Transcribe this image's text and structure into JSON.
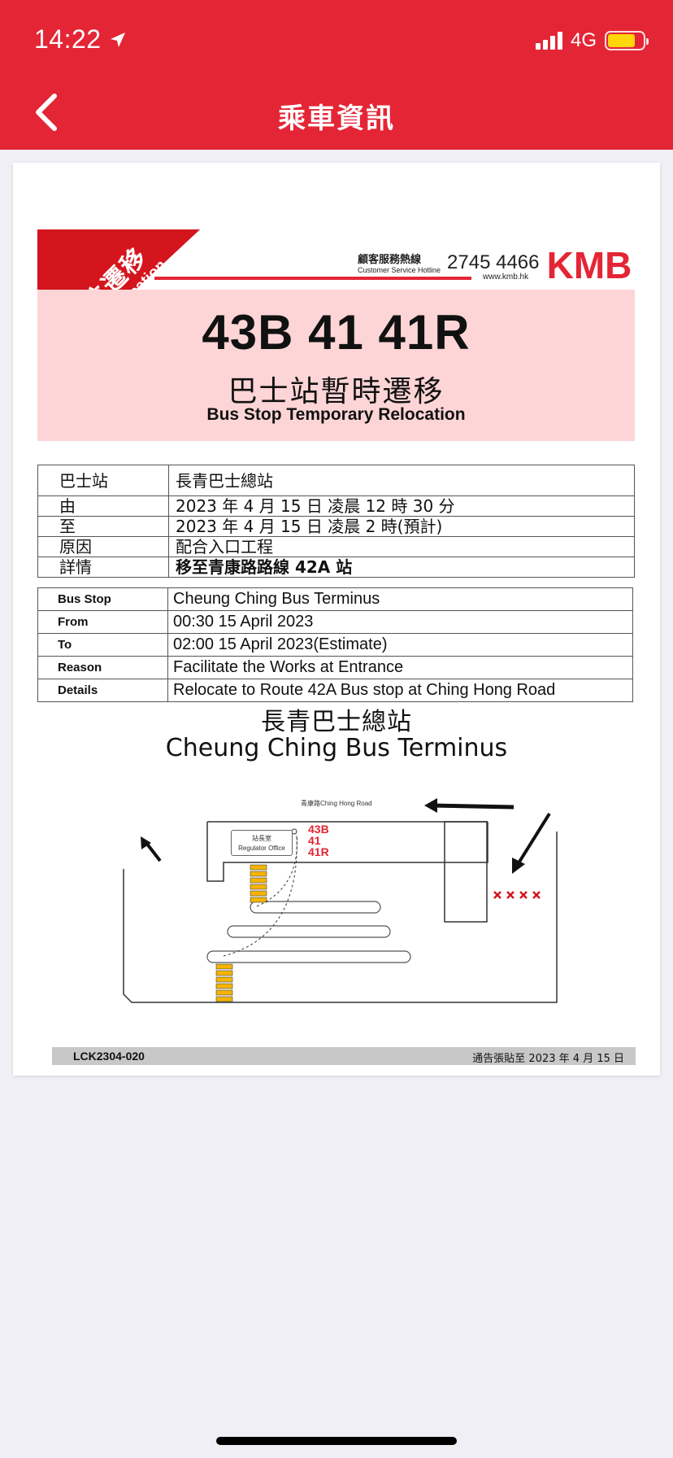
{
  "status_bar": {
    "time": "14:22",
    "network": "4G"
  },
  "nav": {
    "title": "乘車資訊"
  },
  "notice": {
    "ribbon_zh": "站位遷移",
    "ribbon_en": "Stop Relocation",
    "hotline_label_zh": "顧客服務熱線",
    "hotline_label_en": "Customer Service Hotline",
    "hotline_number": "2745 4466",
    "website": "www.kmb.hk",
    "logo_text": "KMB",
    "routes": "43B 41 41R",
    "title_zh": "巴士站暫時遷移",
    "title_en": "Bus Stop Temporary Relocation",
    "zh_table": [
      {
        "label": "巴士站",
        "value": "長青巴士總站"
      },
      {
        "label": "由",
        "value": "2023 年 4 月 15 日  凌晨 12 時 30 分"
      },
      {
        "label": "至",
        "value": "2023 年 4 月 15 日  凌晨 2 時(預計)"
      },
      {
        "label": "原因",
        "value": "配合入口工程"
      },
      {
        "label": "詳情",
        "value": "移至青康路路線 42A 站"
      }
    ],
    "en_table": [
      {
        "label": "Bus Stop",
        "value": "Cheung Ching Bus Terminus"
      },
      {
        "label": "From",
        "value": "00:30   15 April 2023"
      },
      {
        "label": "To",
        "value": "02:00   15 April 2023(Estimate)"
      },
      {
        "label": "Reason",
        "value": "Facilitate the Works at Entrance"
      },
      {
        "label": "Details",
        "value": "Relocate to Route 42A Bus stop at Ching Hong Road"
      }
    ],
    "terminus_zh": "長青巴士總站",
    "terminus_en": "Cheung Ching Bus Terminus",
    "map": {
      "road_label": "青康路Ching Hong Road",
      "office_zh": "站長室",
      "office_en": "Regulator Office",
      "route_labels": [
        "43B",
        "41",
        "41R"
      ]
    },
    "footer_code": "LCK2304-020",
    "footer_note": "通告張貼至 2023 年 4 月 15 日"
  },
  "colors": {
    "brand_red": "#e42535",
    "pink_panel": "#fdd5d6",
    "battery": "#ffd60a"
  }
}
